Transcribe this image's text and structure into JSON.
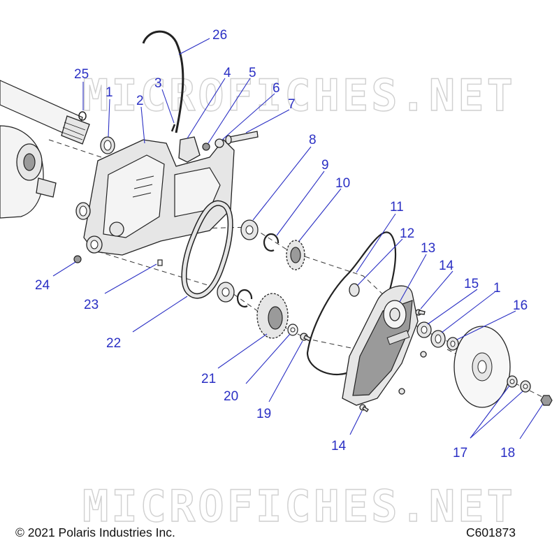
{
  "watermark": "MICROFICHES.NET",
  "callouts": [
    {
      "id": "26",
      "label": "26"
    },
    {
      "id": "25",
      "label": "25"
    },
    {
      "id": "1a",
      "label": "1"
    },
    {
      "id": "2",
      "label": "2"
    },
    {
      "id": "3",
      "label": "3"
    },
    {
      "id": "4",
      "label": "4"
    },
    {
      "id": "5",
      "label": "5"
    },
    {
      "id": "6",
      "label": "6"
    },
    {
      "id": "7",
      "label": "7"
    },
    {
      "id": "8",
      "label": "8"
    },
    {
      "id": "9",
      "label": "9"
    },
    {
      "id": "10",
      "label": "10"
    },
    {
      "id": "11",
      "label": "11"
    },
    {
      "id": "12",
      "label": "12"
    },
    {
      "id": "13",
      "label": "13"
    },
    {
      "id": "14a",
      "label": "14"
    },
    {
      "id": "15",
      "label": "15"
    },
    {
      "id": "1b",
      "label": "1"
    },
    {
      "id": "16",
      "label": "16"
    },
    {
      "id": "24",
      "label": "24"
    },
    {
      "id": "23",
      "label": "23"
    },
    {
      "id": "22",
      "label": "22"
    },
    {
      "id": "21",
      "label": "21"
    },
    {
      "id": "20",
      "label": "20"
    },
    {
      "id": "19",
      "label": "19"
    },
    {
      "id": "14b",
      "label": "14"
    },
    {
      "id": "17",
      "label": "17"
    },
    {
      "id": "18",
      "label": "18"
    }
  ],
  "footer": {
    "copyright": "© 2021 Polaris Industries Inc.",
    "diagram_code": "C601873"
  }
}
